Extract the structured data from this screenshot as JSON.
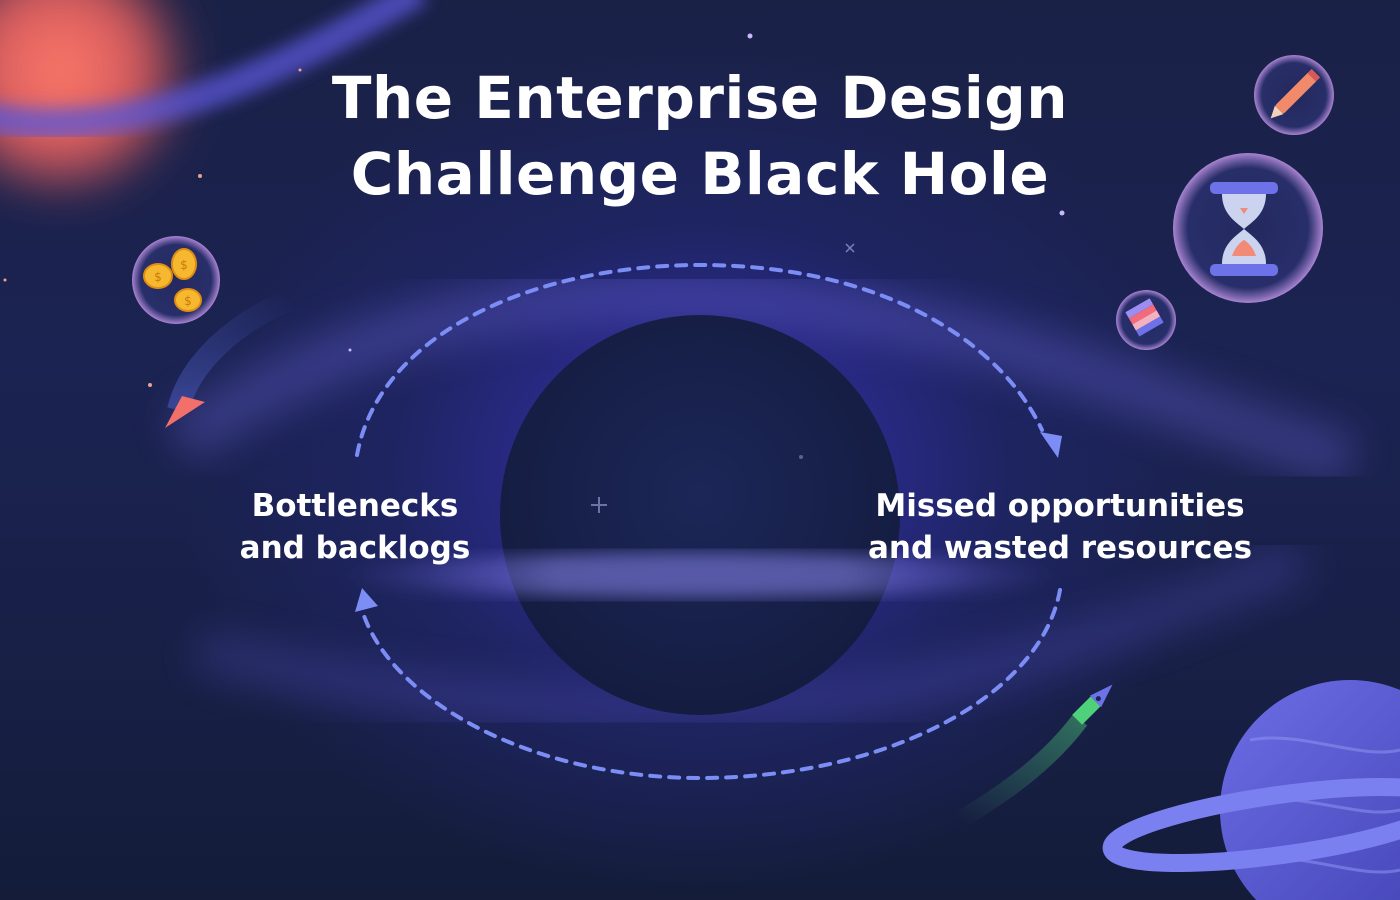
{
  "title": {
    "line1": "The Enterprise Design",
    "line2": "Challenge Black Hole"
  },
  "cycle": {
    "left_label_line1": "Bottlenecks",
    "left_label_line2": "and backlogs",
    "right_label_line1": "Missed opportunities",
    "right_label_line2": "and wasted resources"
  },
  "colors": {
    "background": "#161f3d",
    "glow": "#3a34b0",
    "black_hole": "#18224a",
    "dashed_arrow": "#7c8ef5",
    "text": "#ffffff",
    "planet": "#5a5cd6",
    "coral_planet": "#f0706a"
  },
  "icons": [
    "coins-icon",
    "hourglass-icon",
    "pencil-icon",
    "color-swatch-icon",
    "fountain-pen-icon",
    "planet-icon"
  ]
}
